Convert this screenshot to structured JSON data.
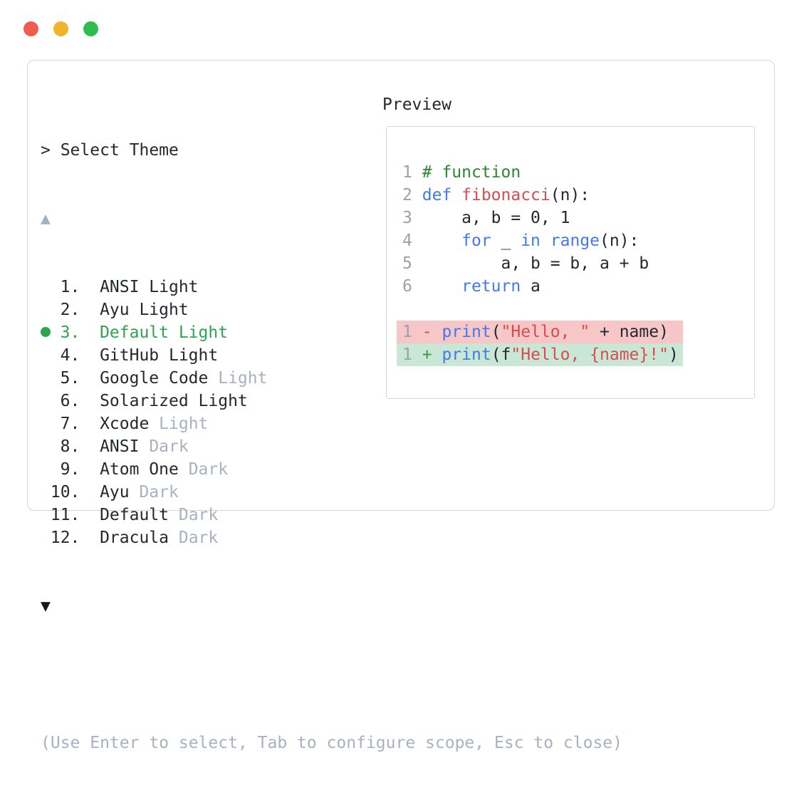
{
  "window": {
    "traffic_lights": [
      {
        "name": "close",
        "color": "#f15b4f"
      },
      {
        "name": "minimize",
        "color": "#f2b32c"
      },
      {
        "name": "zoom",
        "color": "#2dbe4f"
      }
    ]
  },
  "palette": {
    "text": "#24282f",
    "muted": "#a8b1c0",
    "border": "#d2d6dd",
    "selected": "#2da44e",
    "scroll_up": "#a4b0c2",
    "scroll_down": "#16181c",
    "linenum": "#99a1ae",
    "comment": "#2f8632",
    "keyword": "#4379ee",
    "func": "#d94b50",
    "string": "#d94b50",
    "minus": "#c8494d",
    "plus": "#2f9e44",
    "removed_bg": "#f7c6c6",
    "added_bg": "#c9e7d4"
  },
  "prompt": {
    "caret": ">",
    "title": "Select Theme"
  },
  "list": {
    "scroll_up": "▲",
    "scroll_down": "▼"
  },
  "themes": [
    {
      "num": "1.",
      "selected": false,
      "parts": [
        {
          "text": "ANSI Light",
          "muted": false
        }
      ]
    },
    {
      "num": "2.",
      "selected": false,
      "parts": [
        {
          "text": "Ayu Light",
          "muted": false
        }
      ]
    },
    {
      "num": "3.",
      "selected": true,
      "parts": [
        {
          "text": "Default Light",
          "muted": false
        }
      ]
    },
    {
      "num": "4.",
      "selected": false,
      "parts": [
        {
          "text": "GitHub Light",
          "muted": false
        }
      ]
    },
    {
      "num": "5.",
      "selected": false,
      "parts": [
        {
          "text": "Google Code ",
          "muted": false
        },
        {
          "text": "Light",
          "muted": true
        }
      ]
    },
    {
      "num": "6.",
      "selected": false,
      "parts": [
        {
          "text": "Solarized Light",
          "muted": false
        }
      ]
    },
    {
      "num": "7.",
      "selected": false,
      "parts": [
        {
          "text": "Xcode ",
          "muted": false
        },
        {
          "text": "Light",
          "muted": true
        }
      ]
    },
    {
      "num": "8.",
      "selected": false,
      "parts": [
        {
          "text": "ANSI ",
          "muted": false
        },
        {
          "text": "Dark",
          "muted": true
        }
      ]
    },
    {
      "num": "9.",
      "selected": false,
      "parts": [
        {
          "text": "Atom One ",
          "muted": false
        },
        {
          "text": "Dark",
          "muted": true
        }
      ]
    },
    {
      "num": "10.",
      "selected": false,
      "parts": [
        {
          "text": "Ayu ",
          "muted": false
        },
        {
          "text": "Dark",
          "muted": true
        }
      ]
    },
    {
      "num": "11.",
      "selected": false,
      "parts": [
        {
          "text": "Default ",
          "muted": false
        },
        {
          "text": "Dark",
          "muted": true
        }
      ]
    },
    {
      "num": "12.",
      "selected": false,
      "parts": [
        {
          "text": "Dracula ",
          "muted": false
        },
        {
          "text": "Dark",
          "muted": true
        }
      ]
    }
  ],
  "preview": {
    "label": "Preview",
    "code_lines": [
      {
        "num": "1",
        "segments": [
          {
            "text": "# function",
            "style": "comment"
          }
        ]
      },
      {
        "num": "2",
        "segments": [
          {
            "text": "def",
            "style": "keyword"
          },
          {
            "text": " ",
            "style": "plain"
          },
          {
            "text": "fibonacci",
            "style": "func"
          },
          {
            "text": "(n):",
            "style": "plain"
          }
        ]
      },
      {
        "num": "3",
        "segments": [
          {
            "text": "    a, b = 0, 1",
            "style": "plain"
          }
        ]
      },
      {
        "num": "4",
        "segments": [
          {
            "text": "    ",
            "style": "plain"
          },
          {
            "text": "for",
            "style": "keyword"
          },
          {
            "text": " _ ",
            "style": "plain"
          },
          {
            "text": "in",
            "style": "keyword"
          },
          {
            "text": " ",
            "style": "plain"
          },
          {
            "text": "range",
            "style": "keyword"
          },
          {
            "text": "(n):",
            "style": "plain"
          }
        ]
      },
      {
        "num": "5",
        "segments": [
          {
            "text": "        a, b = b, a + b",
            "style": "plain"
          }
        ]
      },
      {
        "num": "6",
        "segments": [
          {
            "text": "    ",
            "style": "plain"
          },
          {
            "text": "return",
            "style": "keyword"
          },
          {
            "text": " a",
            "style": "plain"
          }
        ]
      }
    ],
    "diff_lines": [
      {
        "num": "1",
        "sign": "-",
        "kind": "removed",
        "segments": [
          {
            "text": "print",
            "style": "keyword"
          },
          {
            "text": "(",
            "style": "plain"
          },
          {
            "text": "\"Hello, \"",
            "style": "string"
          },
          {
            "text": " + name) ",
            "style": "plain"
          }
        ]
      },
      {
        "num": "1",
        "sign": "+",
        "kind": "added",
        "segments": [
          {
            "text": "print",
            "style": "keyword"
          },
          {
            "text": "(f",
            "style": "plain"
          },
          {
            "text": "\"Hello, {name}!\"",
            "style": "string"
          },
          {
            "text": ")",
            "style": "plain"
          }
        ]
      }
    ]
  },
  "footer": {
    "hint": "(Use Enter to select, Tab to configure scope, Esc to close)"
  }
}
